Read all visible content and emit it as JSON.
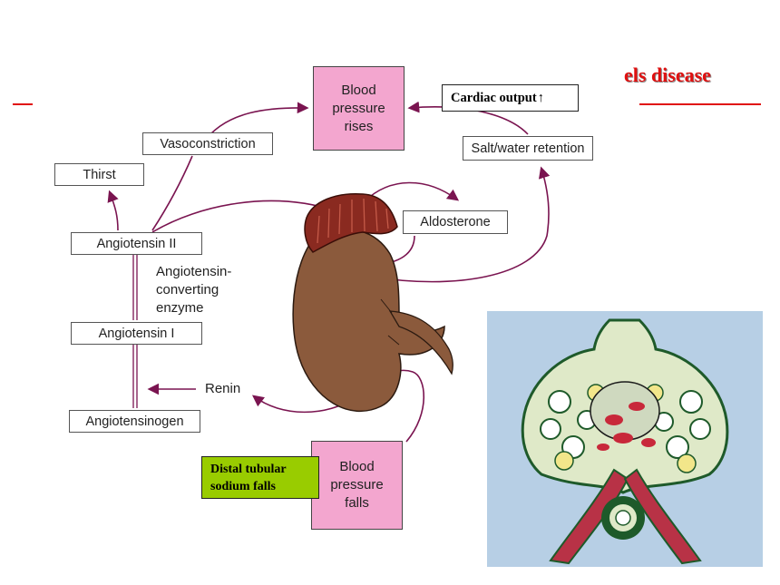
{
  "slide_title_fragment": "els disease",
  "boxes": {
    "blood_pressure_rises": [
      "Blood",
      "pressure",
      "rises"
    ],
    "cardiac_output": "Cardiac output",
    "cardiac_output_arrow": "↑",
    "salt_water_retention": "Salt/water retention",
    "vasoconstriction": "Vasoconstriction",
    "thirst": "Thirst",
    "angiotensin_ii": "Angiotensin II",
    "aldosterone": "Aldosterone",
    "angiotensin_i": "Angiotensin I",
    "angiotensinogen": "Angiotensinogen",
    "blood_pressure_falls": [
      "Blood",
      "pressure",
      "falls"
    ],
    "distal_tubular": [
      "Distal tubular",
      "sodium falls"
    ]
  },
  "labels": {
    "ace": [
      "Angiotensin-",
      "converting",
      "enzyme"
    ],
    "renin": "Renin"
  },
  "colors": {
    "title_red": "#e01010",
    "arrow": "#7a1450",
    "pink_box": "#f3a6cf",
    "green_box": "#99cc00",
    "kidney": "#8b5a3c",
    "adrenal": "#8a2a20"
  }
}
